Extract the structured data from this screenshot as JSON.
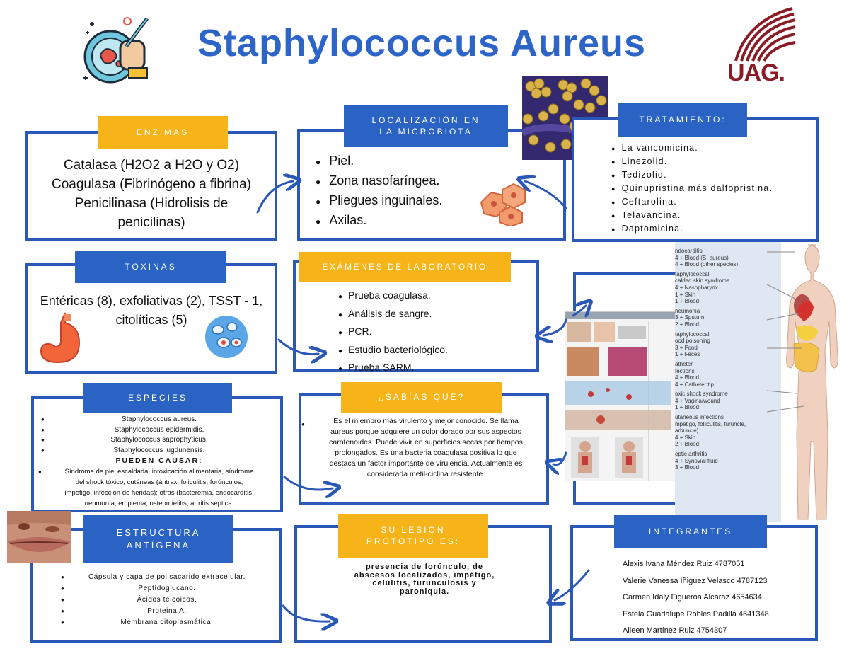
{
  "title": "Staphylococcus Aureus",
  "logo_text": "UAG.",
  "colors": {
    "blue": "#2a58b8",
    "label_blue": "#2a63c4",
    "gold": "#f6b418",
    "title": "#2c64c8",
    "uag_red": "#8b1c25"
  },
  "enzimas": {
    "label": "ENZIMAS",
    "lines": [
      "Catalasa (H2O2 a H2O y O2)",
      "Coagulasa (Fibrinógeno a fibrina)",
      "Penicilinasa (Hidrolisis de",
      "penicilinas)"
    ]
  },
  "localizacion": {
    "label_line1": "LOCALIZACIÓN EN",
    "label_line2": "LA MICROBIOTA",
    "items": [
      "Piel.",
      "Zona  nasofaríngea.",
      "Pliegues inguinales.",
      "Axilas."
    ]
  },
  "tratamiento": {
    "label": "TRATAMIENTO:",
    "items": [
      "La vancomicina.",
      "Linezolid.",
      "Tedizolid.",
      "Quinupristina más dalfopristina.",
      "Ceftarolina.",
      "Telavancina.",
      "Daptomicina."
    ]
  },
  "toxinas": {
    "label": "TOXINAS",
    "line1": "Entéricas (8), exfoliativas (2), TSST - 1,",
    "line2": "citolíticas (5)"
  },
  "examenes": {
    "label": "EXÁMENES DE LABORATORIO",
    "items": [
      "Prueba coagulasa.",
      "Análisis de sangre.",
      "PCR.",
      "Estudio bacteriológico.",
      "Prueba SARM."
    ]
  },
  "especies": {
    "label": "ESPECIES",
    "items": [
      "Staphylococcus aureus.",
      "Staphylococcus epidermidis.",
      "Staphylococcus saprophyticus.",
      "Staphylococcus  lugdunensis."
    ],
    "causar_heading": "PUEDEN CAUSAR:",
    "causar_lines": [
      "Síndrome de piel escaldada, intoxicación alimentaria, síndrome",
      "del shock tóxico; cutáneas (ántrax, foliculitis, forúnculos,",
      "impetigo, infección de heridas); otras (bacteremia, endocarditis,",
      "neumonía, empiema, osteomielitis, artritis séptica."
    ]
  },
  "sabias": {
    "label": "¿SABÍAS QUÉ?",
    "lines": [
      "Es el miembro más virulento y mejor conocido. Se llama",
      "aureus porque adquiere un color dorado por sus aspectos",
      "carotenoides. Puede vivir en superficies secas por tiempos",
      "prolongados. Es una bacteria coagulasa positiva lo que",
      "destaca un factor importante de virulencia. Actualmente es",
      "considerada metil-ciclina resistente."
    ]
  },
  "estructura": {
    "label_line1": "ESTRUCTURA",
    "label_line2": "ANTÍGENA",
    "items": [
      "Cápsula y capa de polisacarido extracelular.",
      "Peptídoglucano.",
      "Ácidos teicoicos.",
      "Proteina A.",
      "Membrana citoplasmática."
    ]
  },
  "lesion": {
    "label_line1": "SU LESIÓN",
    "label_line2": "PROTOTIPO ES:",
    "lines": [
      "presencia de forúnculo, de",
      "abscesos localizados, impétigo,",
      "celulitis, furunculosis y",
      "paroniquia."
    ]
  },
  "integrantes": {
    "label": "INTEGRANTES",
    "names": [
      "Alexis Ivana Méndez Ruiz 4787051",
      "Valerie Vanessa Iñiguez Velasco 4787123",
      "Carmen Idaly Figueroa Alcaraz 4654634",
      "Estela Guadalupe Robles Padilla 4641348",
      "Aileen Martínez Ruiz 4754307"
    ]
  },
  "infections_diagram": {
    "entries": [
      {
        "name": "ndocarditis",
        "lines": [
          "4 + Blood (S. aureus)",
          "4 + Blood (other species)"
        ]
      },
      {
        "name": "taphylococcal",
        "lines": [
          "calded skin syndrome",
          "4 + Nasopharynx",
          "1 + Skin",
          "1 + Blood"
        ]
      },
      {
        "name": "neumonia",
        "lines": [
          "3 + Sputum",
          "2 + Blood"
        ]
      },
      {
        "name": "taphylococcal",
        "lines": [
          "ood poisoning",
          "3 + Food",
          "1 + Feces"
        ]
      },
      {
        "name": "atheter",
        "lines": [
          "fections",
          "4 + Blood",
          "4 + Catheter tip"
        ]
      },
      {
        "name": "oxic shock syndrome",
        "lines": [
          "4 + Vagina/wound",
          "1 + Blood"
        ]
      },
      {
        "name": "utaneous infections",
        "lines": [
          "mpetigo, folliculitis, furuncle,",
          "arbuncle)",
          "4 + Skin",
          "2 + Blood"
        ]
      },
      {
        "name": "eptic arthritis",
        "lines": [
          "4 + Synovial fluid",
          "3 + Blood"
        ]
      }
    ]
  }
}
